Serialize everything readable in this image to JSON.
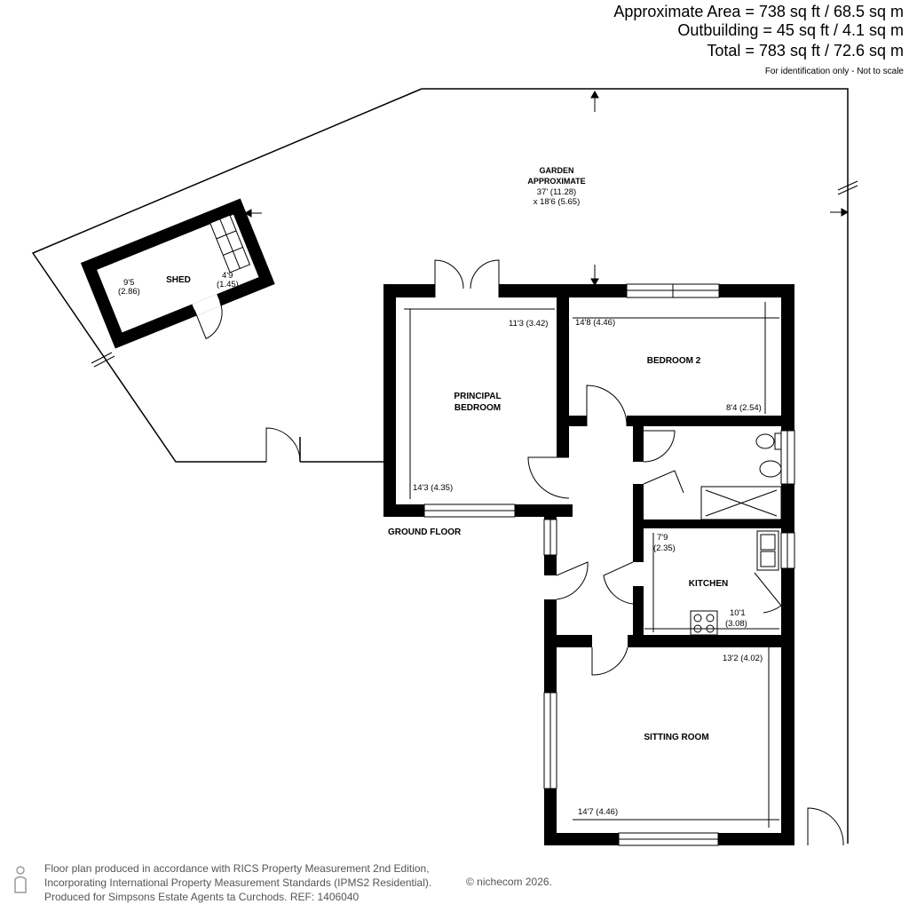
{
  "header": {
    "area_main": "Approximate Area = 738 sq ft / 68.5 sq m",
    "area_outbuilding": "Outbuilding = 45 sq ft / 4.1 sq m",
    "area_total": "Total = 783 sq ft / 72.6 sq m",
    "disclaimer": "For identification only - Not to scale"
  },
  "garden": {
    "label_1": "GARDEN",
    "label_2": "APPROXIMATE",
    "dim_1": "37' (11.28)",
    "dim_2": "x 18'6 (5.65)"
  },
  "shed": {
    "label": "SHED",
    "width_imperial": "9'5",
    "width_metric": "(2.86)",
    "depth_imperial": "4'9",
    "depth_metric": "(1.45)"
  },
  "principal_bedroom": {
    "label_1": "PRINCIPAL",
    "label_2": "BEDROOM",
    "dim_width": "11'3 (3.42)",
    "dim_length": "14'3 (4.35)"
  },
  "bedroom2": {
    "label": "BEDROOM 2",
    "dim_width": "14'8 (4.46)",
    "dim_length": "8'4 (2.54)"
  },
  "kitchen": {
    "label": "KITCHEN",
    "dim_depth_imperial": "7'9",
    "dim_depth_metric": "(2.35)",
    "dim_width_imperial": "10'1",
    "dim_width_metric": "(3.08)"
  },
  "sitting_room": {
    "label": "SITTING ROOM",
    "dim_length": "13'2 (4.02)",
    "dim_width": "14'7 (4.46)"
  },
  "floor_label": "GROUND FLOOR",
  "footer": {
    "line1": "Floor plan produced in accordance with RICS Property Measurement 2nd Edition,",
    "line2": "Incorporating International Property Measurement Standards (IPMS2 Residential).",
    "line3": "Produced for Simpsons Estate Agents ta Curchods.   REF:  1406040",
    "brand": "© nichecom 2026."
  },
  "colors": {
    "wall": "#000000",
    "window_fill": "#ffffff",
    "footer_text": "#555555"
  }
}
